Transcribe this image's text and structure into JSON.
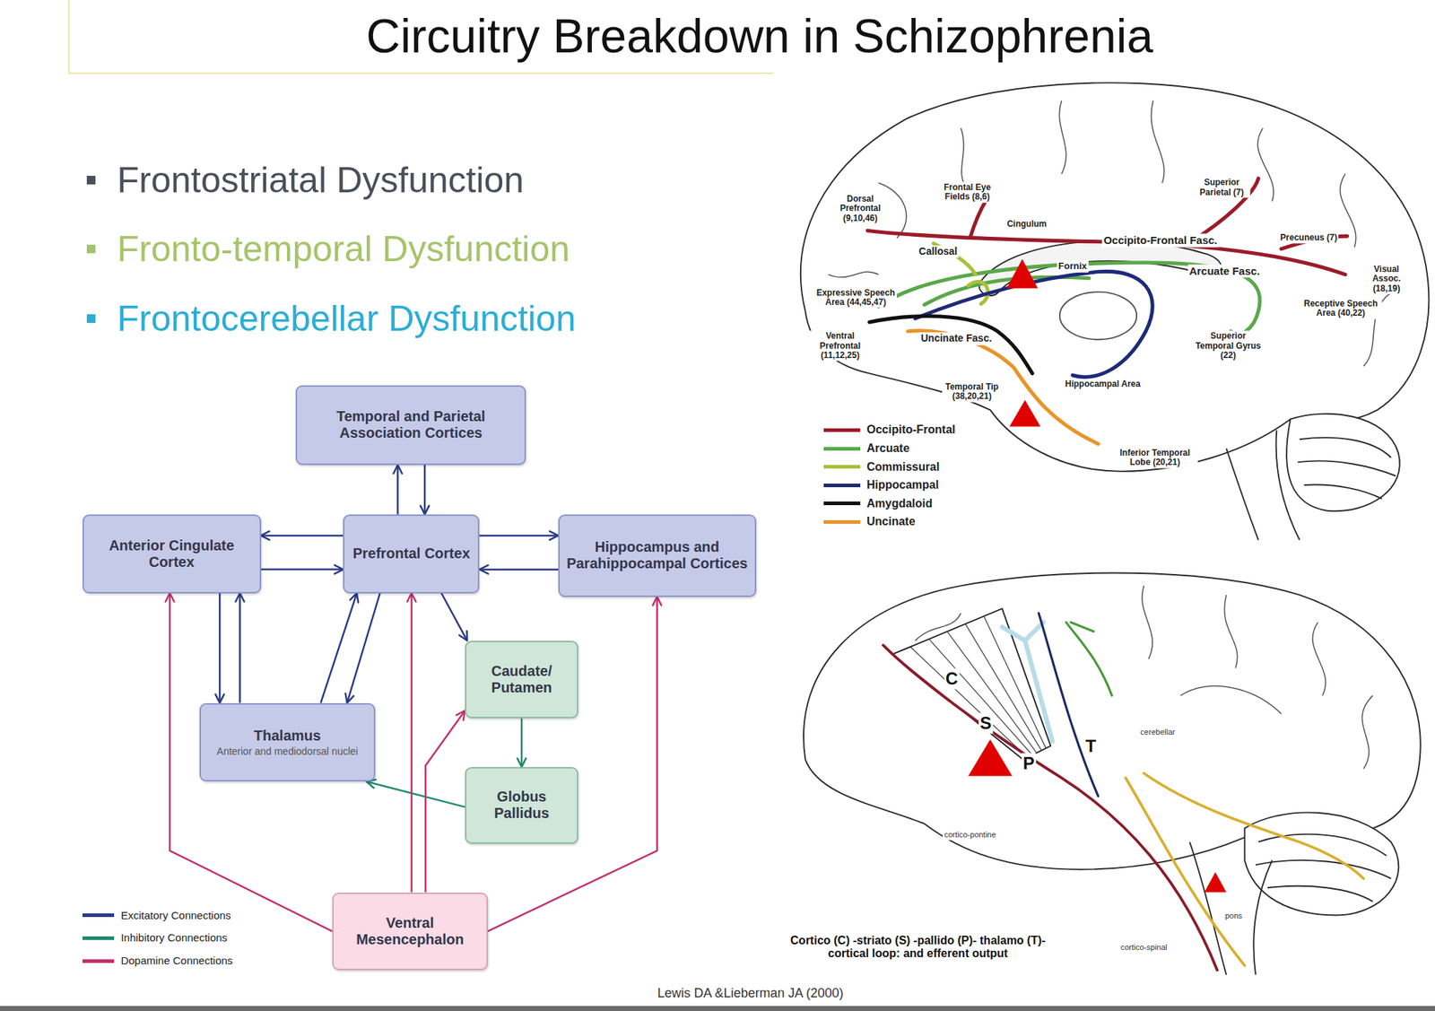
{
  "diagram": {
    "title": "Circuitry Breakdown in Schizophrenia",
    "caption": "Lewis DA &Lieberman JA (2000)",
    "nodes": [
      {
        "text": [
          "Temporal and Parietal Association Cortices"
        ]
      },
      {
        "text": [
          "Anterior Cingulate Cortex"
        ]
      },
      {
        "text": [
          "Prefrontal Cortex"
        ]
      },
      {
        "text": [
          "Hippocampus and Parahippocampal Cortices"
        ]
      },
      {
        "text": [
          "Caudate/ Putamen"
        ]
      },
      {
        "text": [
          "Thalamus",
          "Anterior and mediodorsal nuclei"
        ]
      },
      {
        "text": [
          "Globus Pallidus"
        ]
      },
      {
        "text": [
          "Ventral Mesencephalon"
        ]
      }
    ],
    "edges": [
      {
        "from": 2,
        "to": 0,
        "arrow": "to"
      },
      {
        "from": 0,
        "to": 2,
        "arrow": "to"
      },
      {
        "from": 2,
        "to": 1,
        "arrow": "to"
      },
      {
        "from": 1,
        "to": 2,
        "arrow": "to"
      },
      {
        "from": 2,
        "to": 3,
        "arrow": "to"
      },
      {
        "from": 3,
        "to": 2,
        "arrow": "to"
      },
      {
        "from": 1,
        "to": 5,
        "arrow": "to"
      },
      {
        "from": 5,
        "to": 1,
        "arrow": "to"
      },
      {
        "from": 5,
        "to": 2,
        "arrow": "to"
      },
      {
        "from": 2,
        "to": 5,
        "arrow": "to"
      },
      {
        "from": 2,
        "to": 4,
        "arrow": "to"
      },
      {
        "from": 4,
        "to": 6,
        "arrow": "to"
      },
      {
        "from": 6,
        "to": 5,
        "arrow": "to"
      },
      {
        "from": 7,
        "to": 1,
        "arrow": "to"
      },
      {
        "from": 7,
        "to": 2,
        "arrow": "to"
      },
      {
        "from": 7,
        "to": 4,
        "arrow": "to"
      },
      {
        "from": 7,
        "to": 3,
        "arrow": "to"
      }
    ],
    "labels": [
      "Frontostriatal Dysfunction",
      "Fronto-temporal Dysfunction",
      "Frontocerebellar Dysfunction",
      "Dorsal Prefrontal (9,10,46)",
      "Frontal Eye Fields (8,6)",
      "Cingulum",
      "Callosal",
      "Superior Parietal (7)",
      "Occipito-Frontal Fasc.",
      "Precuneus (7)",
      "Arcuate Fasc.",
      "Fornix",
      "Visual Assoc. (18,19)",
      "Expressive Speech Area (44,45,47)",
      "Receptive Speech Area (40,22)",
      "Ventral Prefrontal (11,12,25)",
      "Uncinate Fasc.",
      "Superior Temporal Gyrus (22)",
      "Temporal Tip (38,20,21)",
      "Hippocampal Area",
      "Inferior Temporal Lobe (20,21)",
      "C",
      "S",
      "P",
      "T",
      "Cortico (C) -striato (S) -pallido (P)- thalamo (T)- cortical loop: and efferent output",
      "cortico-pontine",
      "pons",
      "cortico-spinal",
      "cerebellar"
    ],
    "legend": [
      {
        "text": "Excitatory Connections",
        "color": "#2b3a84"
      },
      {
        "text": "Inhibitory Connections",
        "color": "#1f8a70"
      },
      {
        "text": "Dopamine Connections",
        "color": "#c2306c"
      },
      {
        "text": "Occipito-Frontal",
        "color": "#9b1b2a"
      },
      {
        "text": "Arcuate",
        "color": "#5aa84a"
      },
      {
        "text": "Commissural",
        "color": "#a9c03c"
      },
      {
        "text": "Hippocampal",
        "color": "#1e2a78"
      },
      {
        "text": "Amygdaloid",
        "color": "#111111"
      },
      {
        "text": "Uncinate",
        "color": "#e8952a"
      }
    ]
  }
}
